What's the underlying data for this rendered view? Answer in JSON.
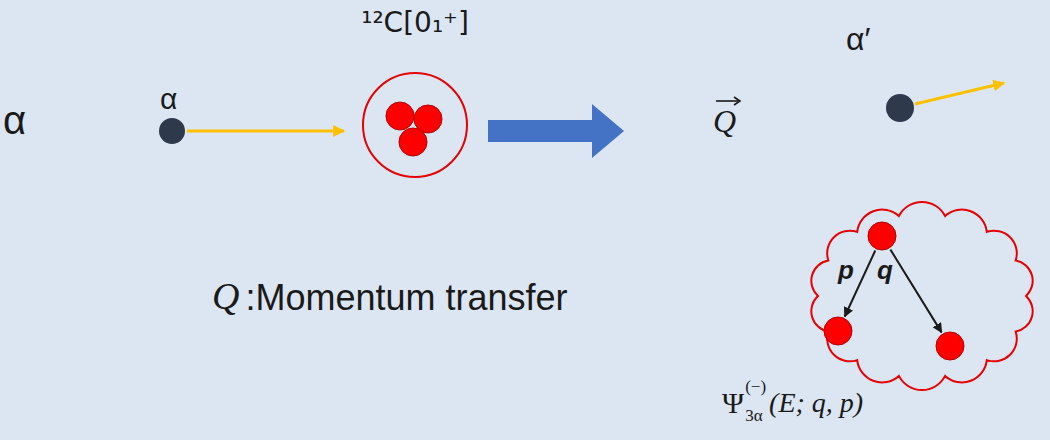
{
  "diagram": {
    "nodes": [
      {
        "text": [
          "¹²C[0₁⁺]"
        ]
      },
      {
        "text": [
          "p",
          "q"
        ]
      }
    ],
    "labels": [
      "α",
      "α",
      "α′",
      "Q",
      "Q",
      ":Momentum transfer",
      "Ψ",
      "(−)",
      "3α",
      "(E; q, p)"
    ]
  }
}
